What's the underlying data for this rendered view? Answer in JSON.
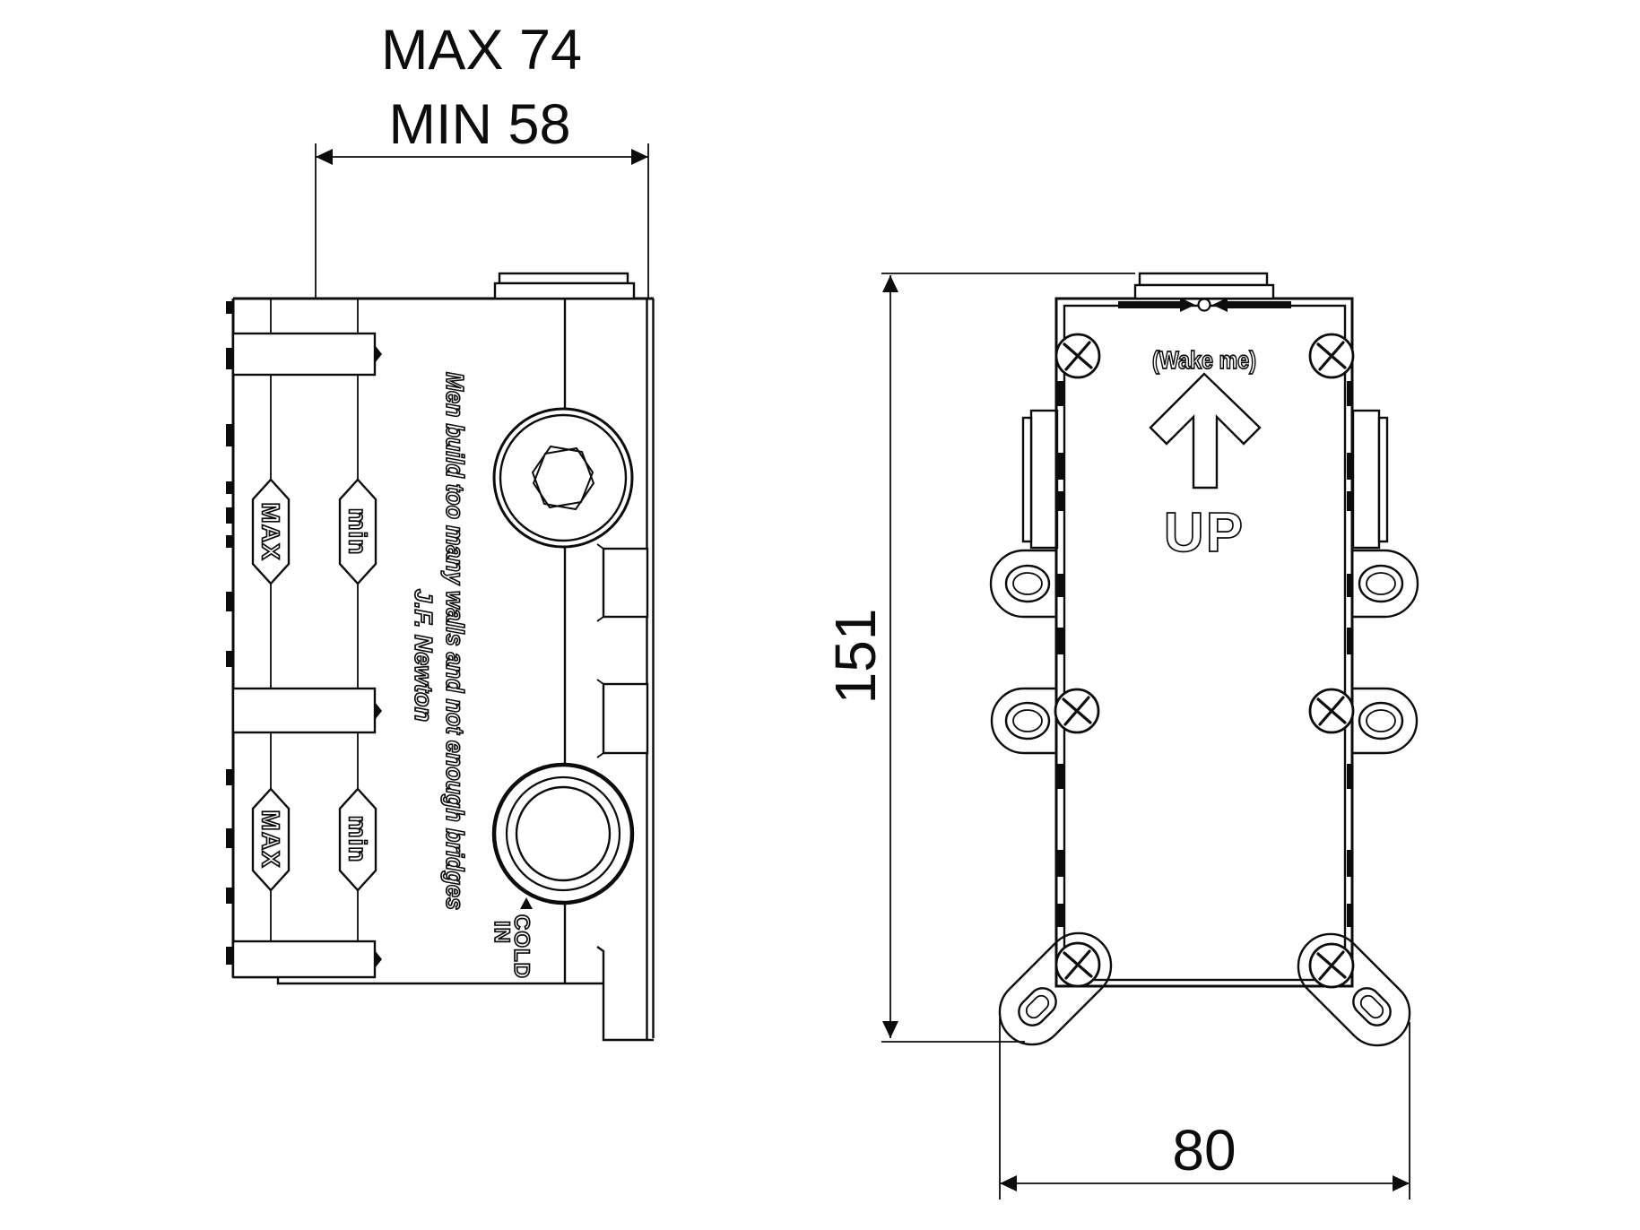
{
  "dimensions": {
    "max_width": "MAX 74",
    "min_width": "MIN 58",
    "height": "151",
    "base_width": "80"
  },
  "side_view": {
    "max_tag": "MAX",
    "min_tag": "min",
    "quote": "Men build too many walls and not enough bridges",
    "author": "J.F. Newton",
    "cold_label": "COLD",
    "in_label": "IN"
  },
  "front_view": {
    "wake_label": "(Wake me)",
    "up_label": "UP"
  },
  "colors": {
    "line": "#0c0c0c",
    "background": "#ffffff"
  }
}
